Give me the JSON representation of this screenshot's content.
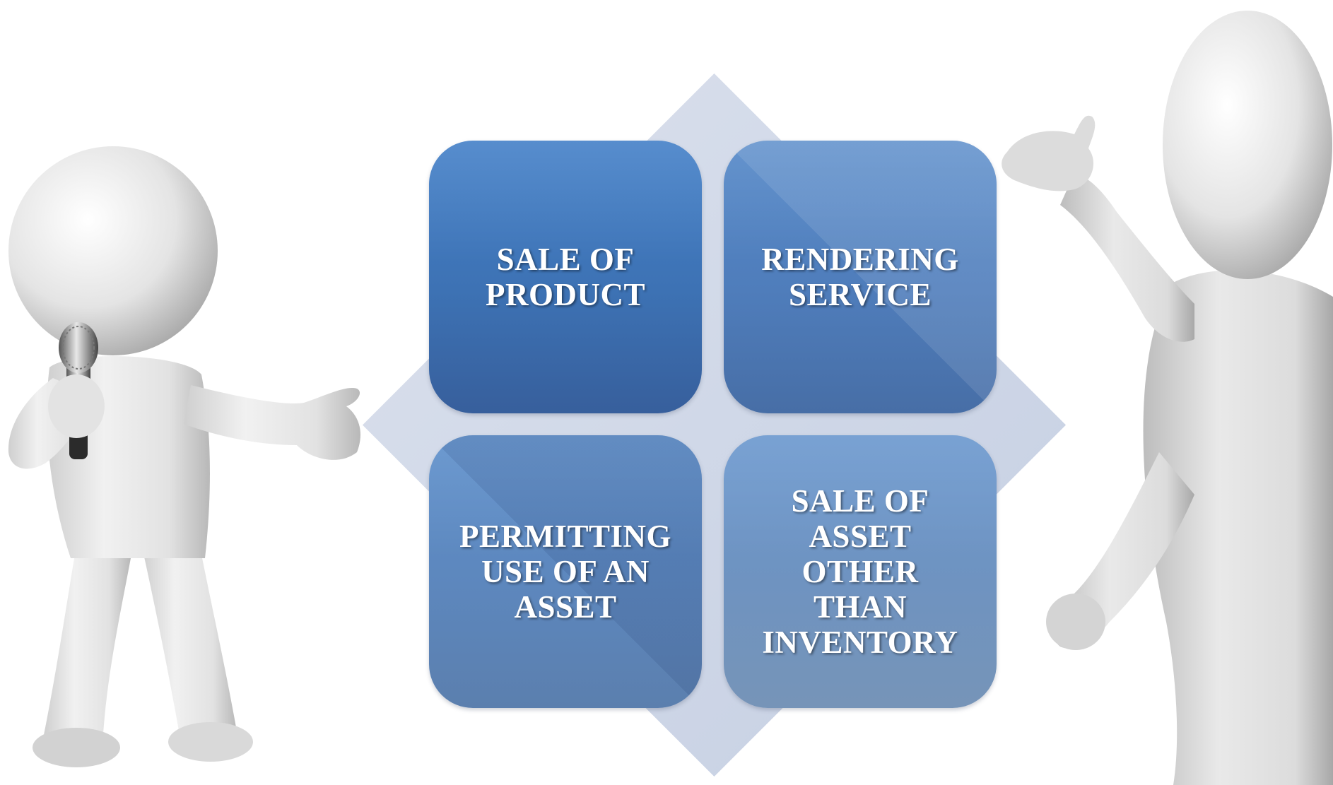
{
  "diagram": {
    "tiles": [
      {
        "label": "SALE OF PRODUCT",
        "lines": [
          "SALE OF",
          "PRODUCT"
        ]
      },
      {
        "label": "RENDERING SERVICE",
        "lines": [
          "RENDERING",
          "SERVICE"
        ]
      },
      {
        "label": "PERMITTING USE OF AN ASSET",
        "lines": [
          "PERMITTING",
          "USE OF AN",
          "ASSET"
        ]
      },
      {
        "label": "SALE OF ASSET OTHER THAN INVENTORY",
        "lines": [
          "SALE OF",
          "ASSET",
          "OTHER",
          "THAN",
          "INVENTORY"
        ]
      }
    ]
  },
  "illustration": {
    "left_figure": "presenter-with-microphone",
    "right_figure": "pointing-figure",
    "icons": [
      "microphone-icon"
    ],
    "colors": {
      "diamond": "#c7d0e3",
      "tile_dark": "#3d72b4",
      "tile_light": "#7694b8",
      "figure": "#e6e6e6",
      "text": "#ffffff"
    }
  }
}
